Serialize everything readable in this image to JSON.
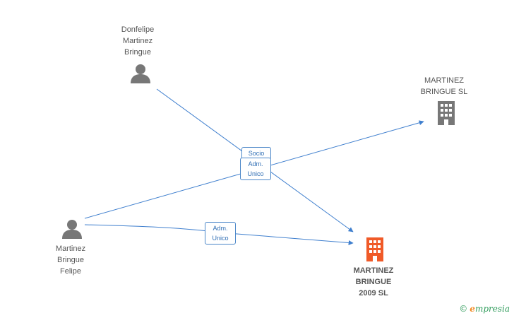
{
  "nodes": {
    "donfelipe": {
      "label_lines": [
        "Donfelipe",
        "Martinez",
        "Bringue"
      ]
    },
    "felipe": {
      "label_lines": [
        "Martinez",
        "Bringue",
        "Felipe"
      ]
    },
    "company_sl": {
      "label_lines": [
        "MARTINEZ",
        "BRINGUE SL"
      ]
    },
    "company_2009": {
      "label_lines": [
        "MARTINEZ",
        "BRINGUE",
        "2009 SL"
      ]
    }
  },
  "edges": {
    "socio": {
      "label": "Socio"
    },
    "adm_center": {
      "line1": "Adm.",
      "line2": "Unico"
    },
    "adm_bottom": {
      "line1": "Adm.",
      "line2": "Unico"
    }
  },
  "colors": {
    "edge": "#3f7fce",
    "person_icon": "#777777",
    "company_gray": "#777777",
    "company_highlight": "#f05a28"
  },
  "watermark": {
    "copyright": "©",
    "brand_first": "e",
    "brand_rest": "mpresia"
  }
}
